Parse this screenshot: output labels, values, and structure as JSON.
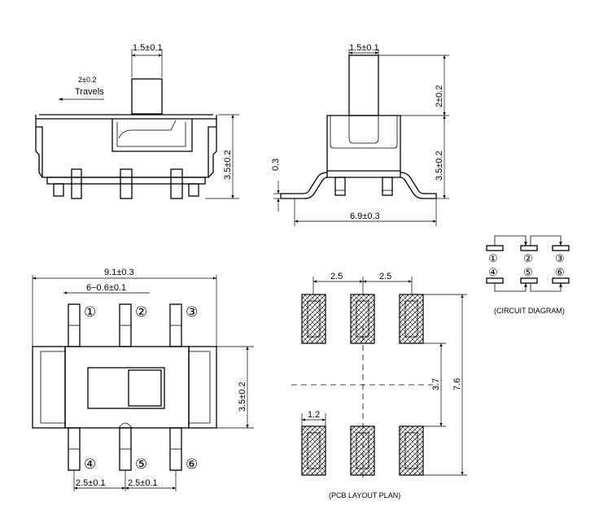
{
  "front_view": {
    "actuator_width": "1.5±0.1",
    "travel_value": "2±0.2",
    "travel_label": "Travels",
    "body_height": "3.5±0.2"
  },
  "side_view": {
    "actuator_width": "1.5±0.1",
    "actuator_height": "2±0.2",
    "body_height": "3.5±0.2",
    "standoff": "0.3",
    "overall_width": "6.9±0.3"
  },
  "top_view": {
    "overall_length": "9.1±0.3",
    "pin_width": "6−0.6±0.1",
    "body_width": "3.5±0.2",
    "pitch_left": "2.5±0.1",
    "pitch_right": "2.5±0.1",
    "pin_labels": [
      "①",
      "②",
      "③",
      "④",
      "⑤",
      "⑥"
    ]
  },
  "pcb_layout": {
    "pitch_left": "2.5",
    "pitch_right": "2.5",
    "pad_width": "1.2",
    "inner_span": "3.7",
    "outer_span": "7.6",
    "caption": "(PCB LAYOUT PLAN)"
  },
  "circuit": {
    "top_labels": [
      "①",
      "②",
      "③"
    ],
    "bottom_labels": [
      "④",
      "⑤",
      "⑥"
    ],
    "caption": "(CIRCUIT DIAGRAM)"
  }
}
